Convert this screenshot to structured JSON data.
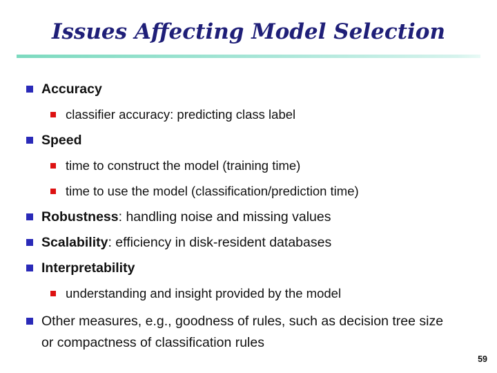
{
  "slide": {
    "title": "Issues Affecting Model Selection",
    "page_number": "59"
  },
  "colors": {
    "title_navy": "#1f1f78",
    "level1_bullet_blue": "#2a2ab8",
    "level2_bullet_red": "#dd1111",
    "divider_teal": "#7cdabf",
    "body_text": "#111111"
  },
  "bullets": [
    {
      "level": 1,
      "bold": "Accuracy",
      "text": ""
    },
    {
      "level": 2,
      "bold": "",
      "text": "classifier accuracy: predicting class label"
    },
    {
      "level": 1,
      "bold": "Speed",
      "text": ""
    },
    {
      "level": 2,
      "bold": "",
      "text": "time to construct the model (training time)"
    },
    {
      "level": 2,
      "bold": "",
      "text": "time to use the model (classification/prediction time)"
    },
    {
      "level": 1,
      "bold": "Robustness",
      "text": ": handling noise and missing values"
    },
    {
      "level": 1,
      "bold": "Scalability",
      "text": ": efficiency in disk-resident databases"
    },
    {
      "level": 1,
      "bold": "Interpretability",
      "text": ""
    },
    {
      "level": 2,
      "bold": "",
      "text": "understanding and insight provided by the model"
    },
    {
      "level": 1,
      "bold": "",
      "text": "Other measures, e.g., goodness of rules, such as decision tree size or compactness of classification rules"
    }
  ]
}
